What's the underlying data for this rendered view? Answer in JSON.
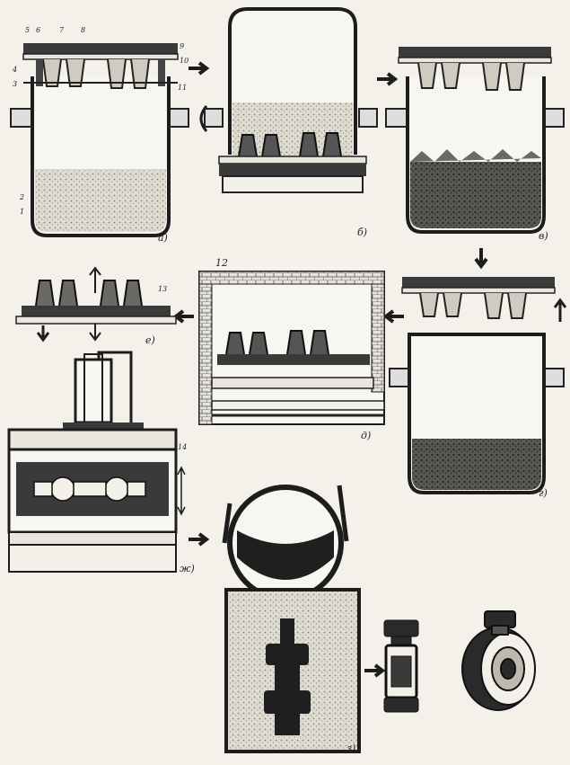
{
  "panels": [
    {
      "id": "a",
      "label": "а)"
    },
    {
      "id": "b",
      "label": "б)"
    },
    {
      "id": "v",
      "label": "в)"
    },
    {
      "id": "g",
      "label": "г)"
    },
    {
      "id": "d",
      "label": "д)"
    },
    {
      "id": "e",
      "label": "е)"
    },
    {
      "id": "zh",
      "label": "ж)"
    },
    {
      "id": "z",
      "label": "з)"
    }
  ],
  "part_numbers": {
    "n1": "1",
    "n2": "2",
    "n3": "3",
    "n4": "4",
    "n5": "5",
    "n6": "6",
    "n7": "7",
    "n8": "8",
    "n9": "9",
    "n10": "10",
    "n11": "11",
    "n12": "12",
    "n13": "13",
    "n14": "14"
  },
  "colors": {
    "ink": "#1d1d1d",
    "sand": "#d9d6cc",
    "metal": "#2a2a2a",
    "paper": "#f3f1ea"
  }
}
